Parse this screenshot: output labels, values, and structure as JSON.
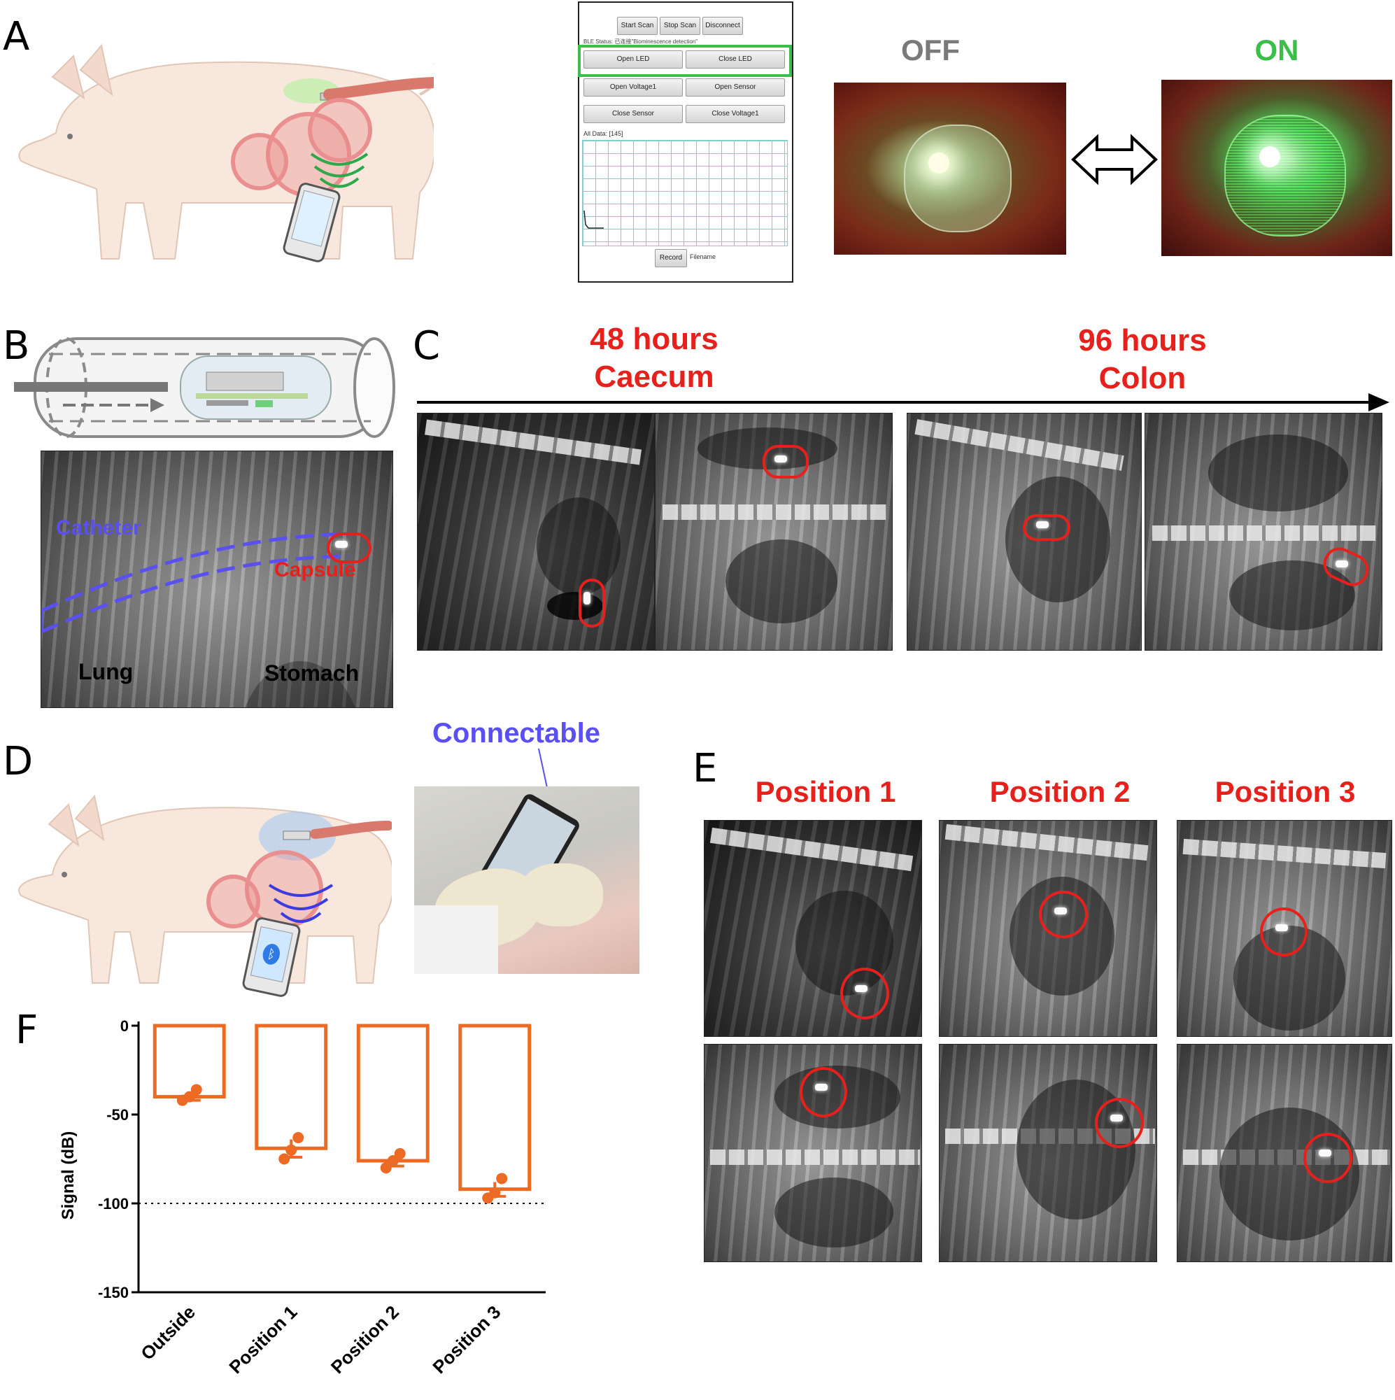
{
  "panels": {
    "a": {
      "letter": "A",
      "app": {
        "buttons": [
          "Start Scan",
          "Stop Scan",
          "Disconnect"
        ],
        "status": "BLE Status: 已连接\"Biominescence detection\"",
        "rows": [
          [
            "Open LED",
            "Close LED"
          ],
          [
            "Open Voltage1",
            "Open Sensor"
          ],
          [
            "Close Sensor",
            "Close Voltage1"
          ]
        ],
        "all_data": "All Data: [145]",
        "record_label": "Record",
        "filename_label": "Filename"
      },
      "off_label": "OFF",
      "on_label": "ON",
      "colors": {
        "off": "#7a7a7a",
        "on": "#3bbf4a",
        "highlight": "#3bbf4a"
      }
    },
    "b": {
      "letter": "B",
      "catheter_label": "Catheter",
      "capsule_label": "Capsule",
      "lung_label": "Lung",
      "stomach_label": "Stomach",
      "colors": {
        "catheter": "#5a4ff0",
        "capsule": "#e8201c"
      }
    },
    "c": {
      "letter": "C",
      "group1": {
        "line1": "48 hours",
        "line2": "Caecum"
      },
      "group2": {
        "line1": "96 hours",
        "line2": "Colon"
      }
    },
    "d": {
      "letter": "D",
      "connectable_label": "Connectable",
      "colors": {
        "connectable": "#5a4ff0"
      }
    },
    "e": {
      "letter": "E",
      "positions": [
        "Position 1",
        "Position 2",
        "Position 3"
      ]
    },
    "f": {
      "letter": "F"
    }
  },
  "chart_data": {
    "type": "bar",
    "categories": [
      "Outside",
      "Position 1",
      "Position 2",
      "Position 3"
    ],
    "values": [
      -40,
      -69,
      -76,
      -92
    ],
    "points": [
      [
        -42,
        -40,
        -36
      ],
      [
        -75,
        -70,
        -63
      ],
      [
        -80,
        -76,
        -72
      ],
      [
        -97,
        -94,
        -86
      ]
    ],
    "error": [
      2,
      5,
      3,
      4
    ],
    "ylabel": "Signal (dB)",
    "ylim": [
      -150,
      0
    ],
    "yticks": [
      0,
      -50,
      -100,
      -150
    ],
    "reference_line": -100,
    "color": "#ec6a24"
  }
}
